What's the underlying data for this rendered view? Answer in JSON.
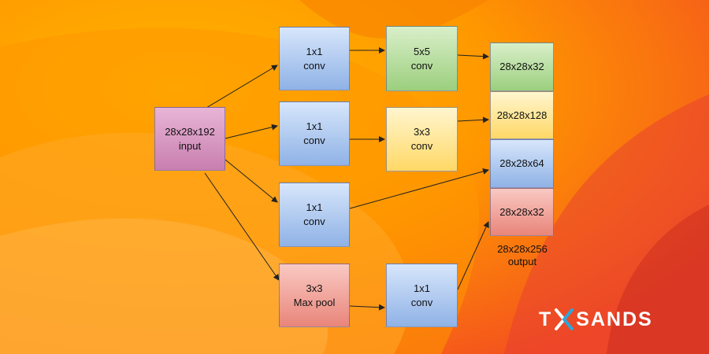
{
  "diagram": {
    "input": {
      "line1": "28x28x192",
      "line2": "input"
    },
    "branch1_reduce": {
      "line1": "1x1",
      "line2": "conv"
    },
    "branch1_conv": {
      "line1": "5x5",
      "line2": "conv"
    },
    "branch2_reduce": {
      "line1": "1x1",
      "line2": "conv"
    },
    "branch2_conv": {
      "line1": "3x3",
      "line2": "conv"
    },
    "branch3_conv": {
      "line1": "1x1",
      "line2": "conv"
    },
    "branch4_pool": {
      "line1": "3x3",
      "line2": "Max pool"
    },
    "branch4_conv": {
      "line1": "1x1",
      "line2": "conv"
    },
    "outputs": [
      "28x28x32",
      "28x28x128",
      "28x28x64",
      "28x28x32"
    ],
    "output_label": {
      "line1": "28x28x256",
      "line2": "output"
    }
  },
  "logo": {
    "text_left": "T",
    "text_right": "SANDS"
  },
  "colors": {
    "background": "#f57c00",
    "purple": "#d9a0c8",
    "blue": "#a9c6f0",
    "green": "#b7e09e",
    "yellow": "#ffe38a",
    "red": "#f2a298",
    "logo_accent": "#2aa7e0"
  }
}
